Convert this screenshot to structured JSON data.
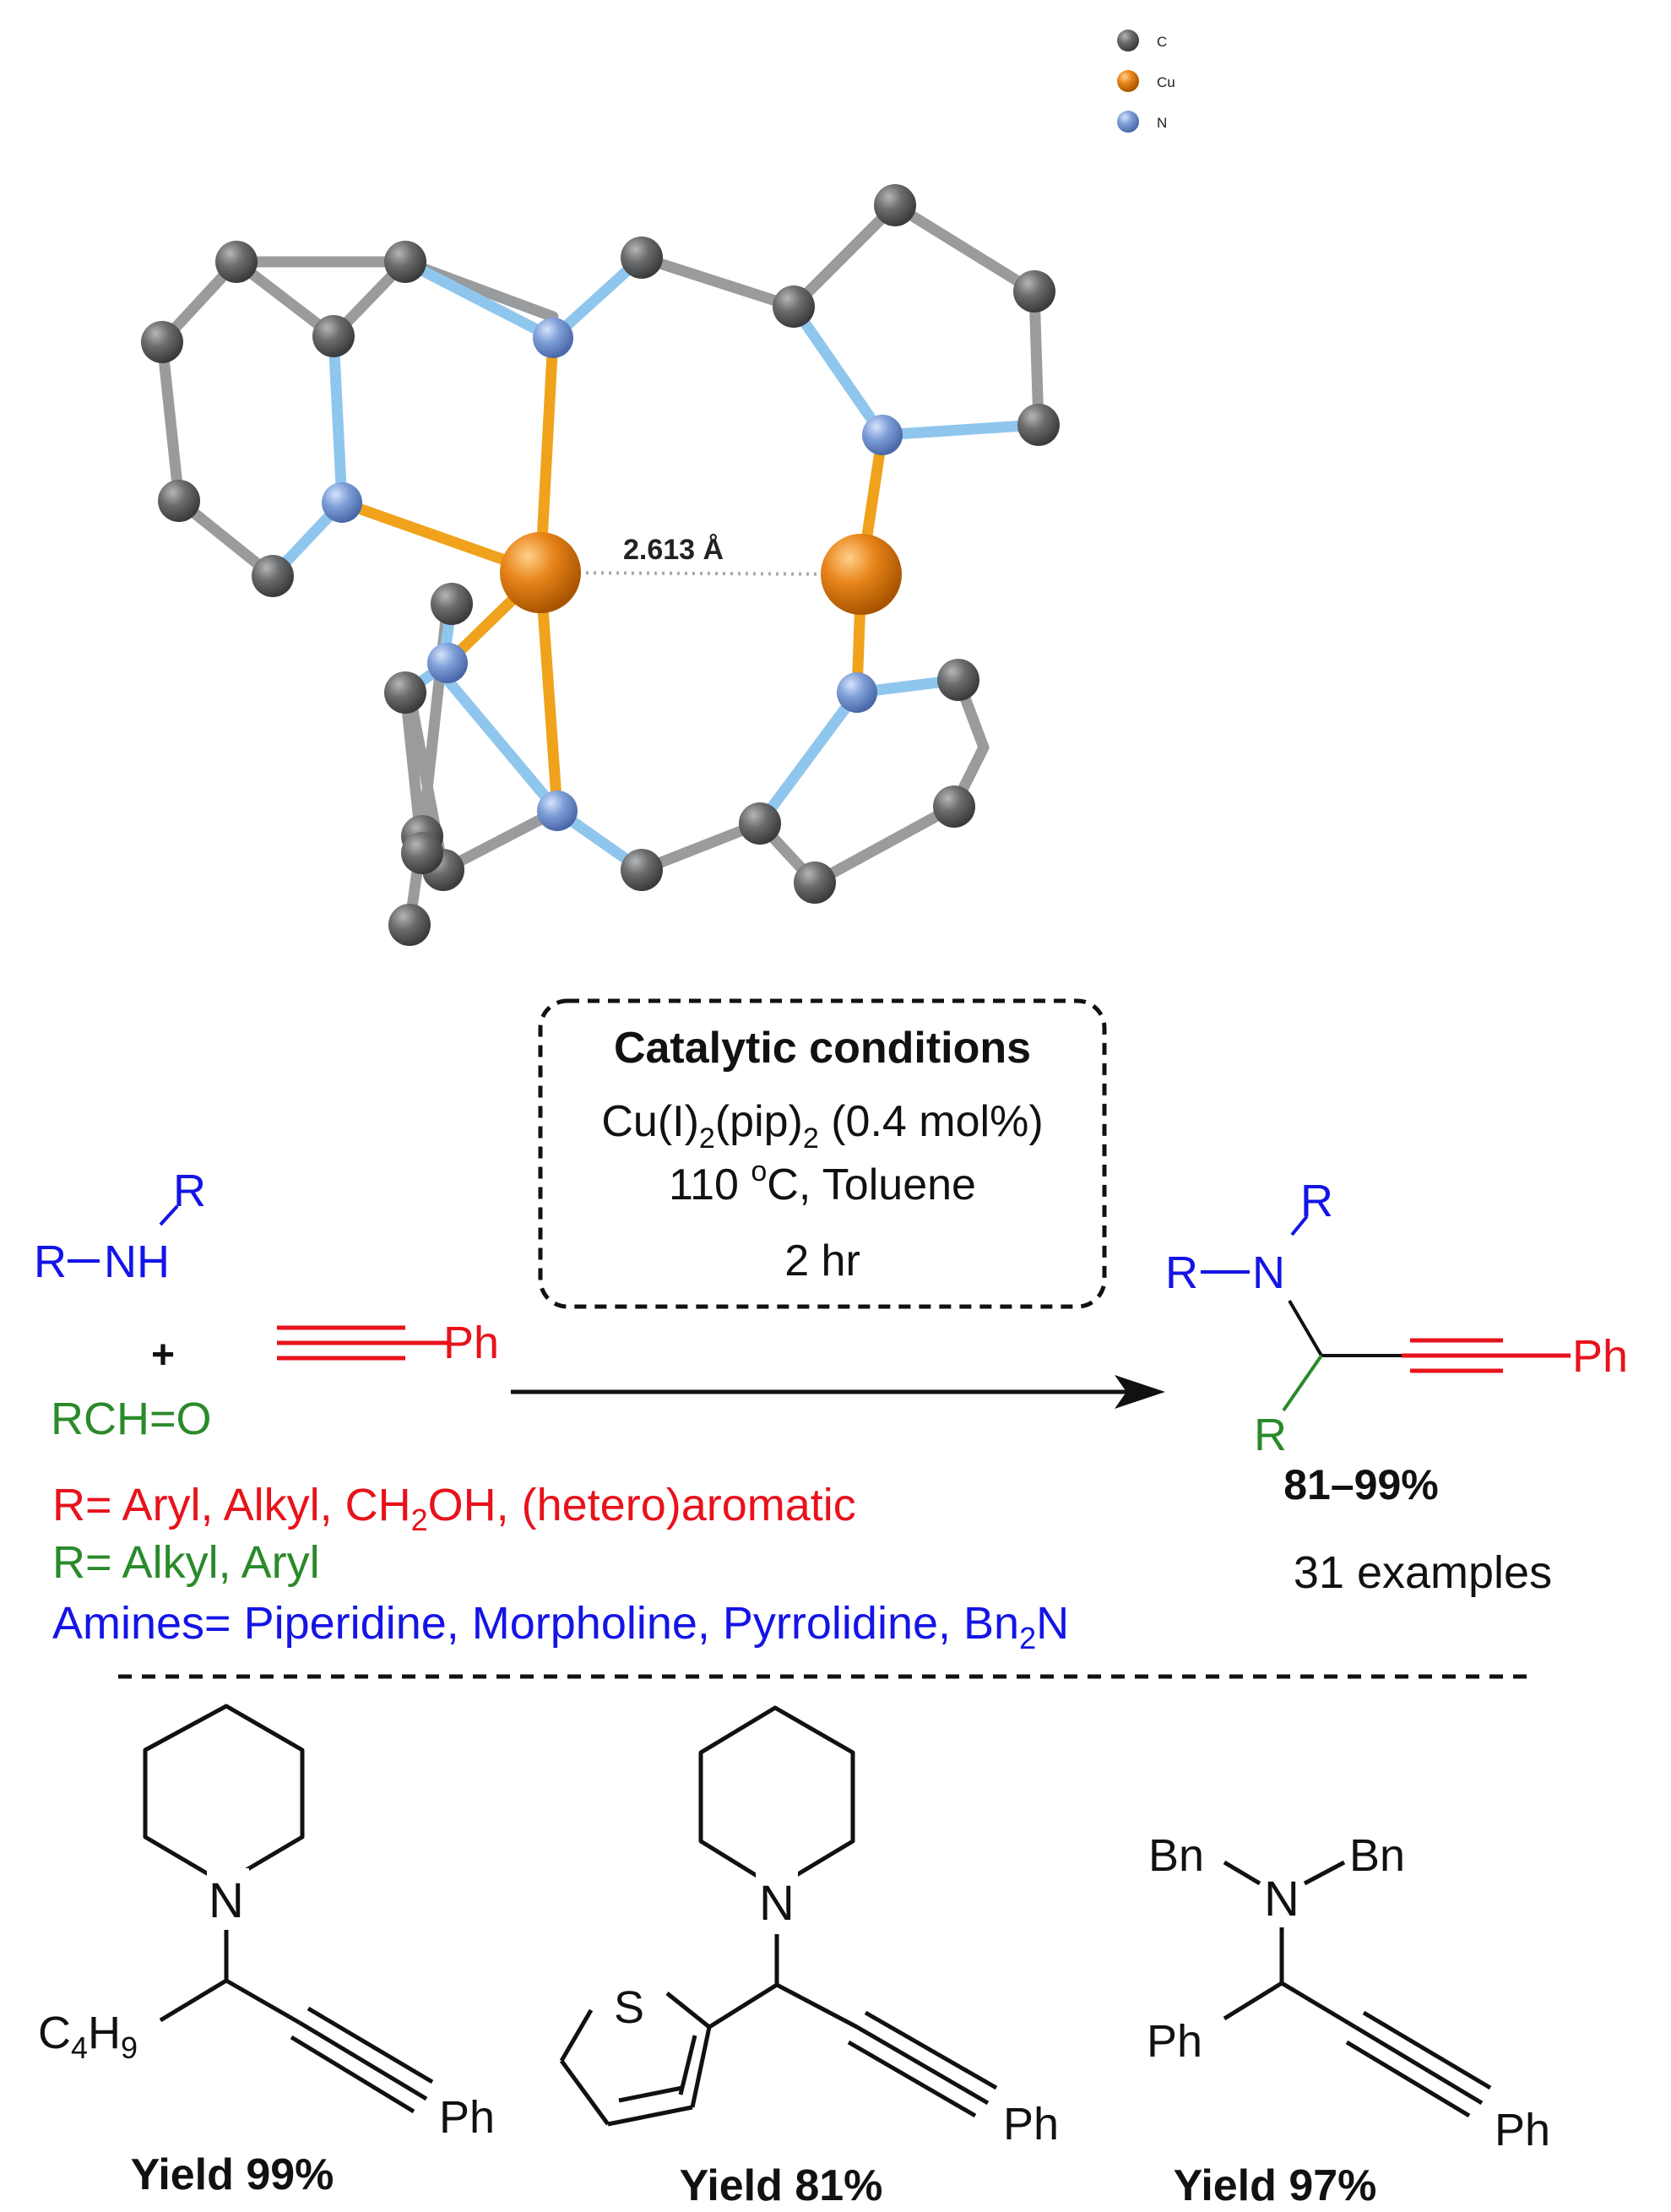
{
  "legend": [
    {
      "label": "C",
      "color": "#5f6062"
    },
    {
      "label": "Cu",
      "color": "#e8841a"
    },
    {
      "label": "N",
      "color": "#7d9fd8"
    }
  ],
  "distance_label": "2.613 Å",
  "conditions": {
    "title": "Catalytic conditions",
    "catalyst_pre": "Cu(I)",
    "catalyst_sub1": "2",
    "catalyst_mid": "(pip)",
    "catalyst_sub2": "2",
    "catalyst_post": " (0.4 mol%)",
    "temp_pre": "110 ",
    "temp_sup": "o",
    "temp_post": "C, Toluene",
    "time": "2 hr"
  },
  "reactants": {
    "amine_R": "R",
    "amine_left": "R",
    "amine_NH": "NH",
    "plus": "+",
    "aldehyde": "RCH=O",
    "alkyne_Ph": "Ph"
  },
  "product": {
    "R_top": "R",
    "R_left": "R",
    "N": "N",
    "R_bottom": "R",
    "Ph": "Ph",
    "yield_range": "81–99%",
    "examples": "31 examples"
  },
  "scope": {
    "line1_pre": "R= Aryl, Alkyl, CH",
    "line1_sub": "2",
    "line1_post": "OH, (hetero)aromatic",
    "line2": "R= Alkyl, Aryl",
    "line3_pre": "Amines= Piperidine, Morpholine, Pyrrolidine, Bn",
    "line3_sub": "2",
    "line3_post": "N"
  },
  "examples": [
    {
      "N": "N",
      "sub_pre": "C",
      "sub_a": "4",
      "sub_mid": "H",
      "sub_b": "9",
      "Ph": "Ph",
      "yield": "Yield 99%"
    },
    {
      "N": "N",
      "S": "S",
      "Ph": "Ph",
      "yield": "Yield 81%"
    },
    {
      "N": "N",
      "Bn1": "Bn",
      "Bn2": "Bn",
      "Ph_left": "Ph",
      "Ph": "Ph",
      "yield": "Yield 97%"
    }
  ],
  "colors": {
    "red": "#e8121b",
    "green": "#2a8a2a",
    "blue": "#1414e6",
    "carbon": "#5f6062",
    "copper": "#e8841a",
    "nitrogen": "#7d9fd8",
    "bond_grey": "#9a9b9d",
    "bond_blue": "#8fc6ee",
    "bond_orange": "#f0a21c"
  }
}
